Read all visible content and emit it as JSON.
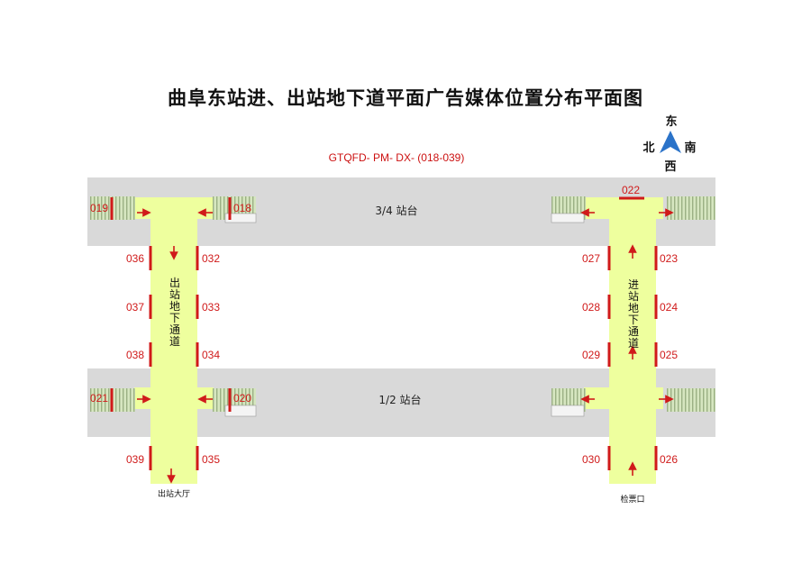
{
  "title": "曲阜东站进、出站地下道平面广告媒体位置分布平面图",
  "code": "GTQFD- PM- DX- (018-039)",
  "compass": {
    "north": "北",
    "east": "东",
    "south": "南",
    "west": "西"
  },
  "platforms": {
    "upper": "3/4 站台",
    "lower": "1/2 站台"
  },
  "passages": {
    "exit": [
      "出",
      "站",
      "地",
      "下",
      "通",
      "道"
    ],
    "entry": [
      "进",
      "站",
      "地",
      "下",
      "通",
      "道"
    ]
  },
  "endpoints": {
    "exit_hall": "出站大厅",
    "ticket_gate": "检票口"
  },
  "ad_labels": {
    "a019": "019",
    "a018": "018",
    "a022": "022",
    "a036": "036",
    "a032": "032",
    "a027": "027",
    "a023": "023",
    "a037": "037",
    "a033": "033",
    "a028": "028",
    "a024": "024",
    "a038": "038",
    "a034": "034",
    "a029": "029",
    "a025": "025",
    "a021": "021",
    "a020": "020",
    "a039": "039",
    "a035": "035",
    "a030": "030",
    "a026": "026"
  },
  "colors": {
    "platform": "#d9d9d9",
    "corridor": "#eeff9e",
    "ad": "#d01a1a",
    "stair": "#b9c9a4",
    "compass": "#2b73c9"
  }
}
